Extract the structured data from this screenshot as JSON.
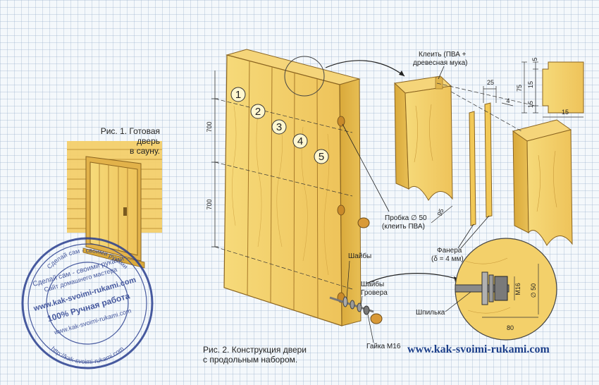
{
  "fig1": {
    "caption_lines": [
      "Рис. 1. Готовая",
      "дверь",
      "в сауну."
    ]
  },
  "fig2": {
    "caption_lines": [
      "Рис. 2. Конструкция двери",
      "с продольным набором."
    ]
  },
  "boards": [
    "1",
    "2",
    "3",
    "4",
    "5"
  ],
  "dimensions": {
    "upper": "700",
    "lower": "700",
    "d5": "5",
    "d15a": "15",
    "d75": "75",
    "d15b": "15",
    "d15c": "15",
    "d25": "25",
    "d4": "4",
    "d95": "95",
    "m16": "M16",
    "d50": "∅ 50",
    "d80": "80"
  },
  "labels": {
    "glue_lines": [
      "Клеить (ПВА +",
      "древесная мука)"
    ],
    "plug_lines": [
      "Пробка ∅ 50",
      "(клеить ПВА)"
    ],
    "plywood_lines": [
      "Фанера",
      "(δ = 4 мм)"
    ],
    "washers": "Шайбы",
    "grover_lines": [
      "Шайбы",
      "Гровера"
    ],
    "stud": "Шпилька",
    "nut": "Гайка М16"
  },
  "stamp": {
    "ring_top": "Сделай сам - своими руками",
    "inner_lines": [
      "Сделай сам - своими руками",
      "Сайт домашнего мастера",
      "www.kak-svoimi-rukami.com",
      "100% Ручная работа",
      "www.kak-svoimi-rukami.com"
    ],
    "ring_bottom": "http://kak-svoimi-rukami.com"
  },
  "footer": {
    "site": "www.kak-svoimi-rukami.com"
  },
  "colors": {
    "wood": "#f3d06a",
    "wood_dark": "#d9a93a",
    "ink": "#222222",
    "stamp": "#2a3f8f"
  }
}
